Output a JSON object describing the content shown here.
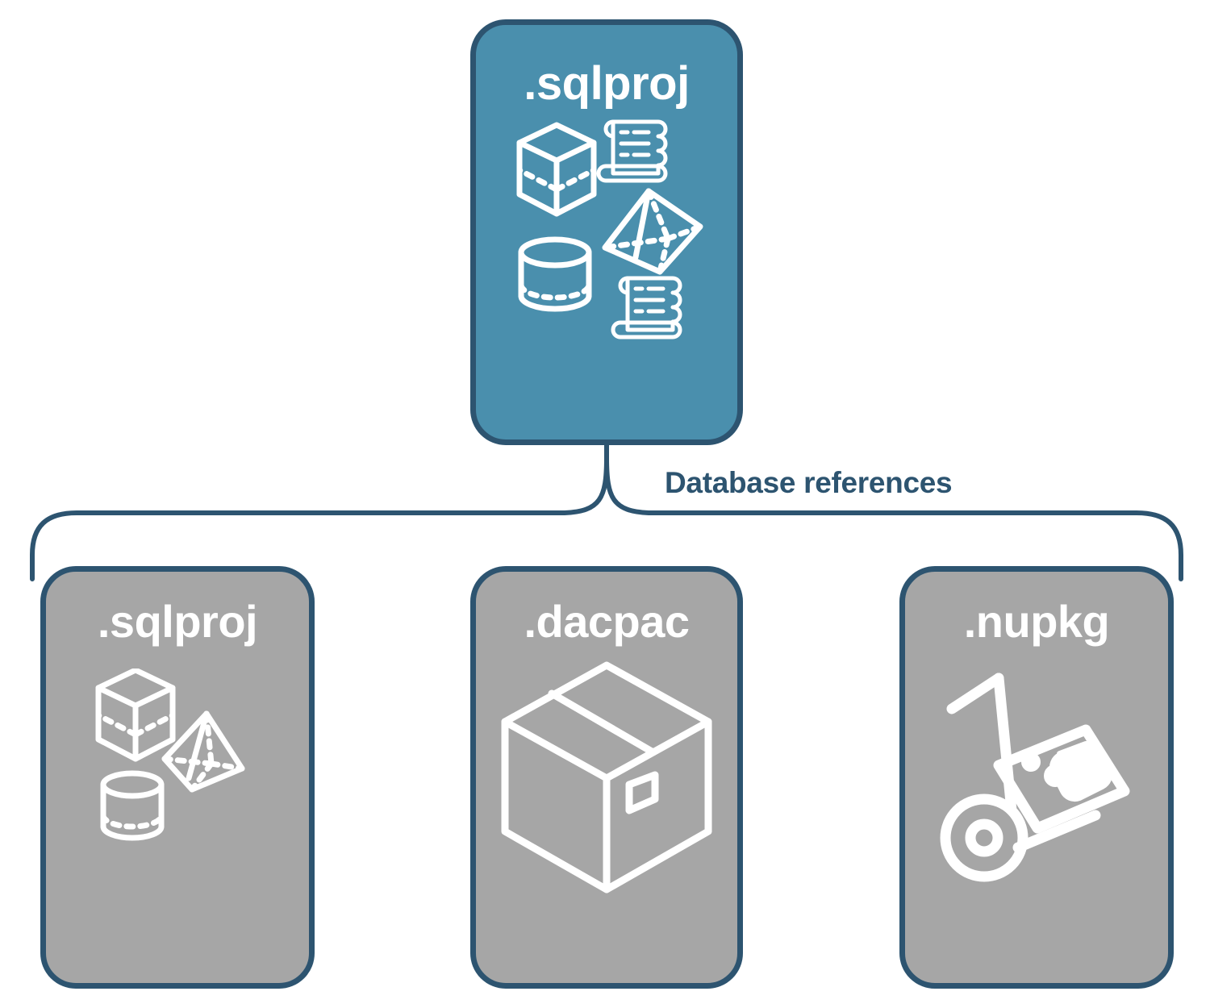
{
  "diagram": {
    "title": "Database references",
    "colors": {
      "accent_teal": "#4a8fad",
      "grey": "#a6a6a6",
      "outline_navy": "#2d5470",
      "icon_white": "#ffffff",
      "background": "#ffffff"
    },
    "connector": {
      "label": "Database references",
      "style": "curly-brace",
      "from": "root-sqlproj-card",
      "to": [
        "sqlproj-card",
        "dacpac-card",
        "nupkg-card"
      ]
    },
    "root_card": {
      "title": ".sqlproj",
      "fill": "teal",
      "icons": [
        "wireframe-cube-icon",
        "wireframe-pyramid-icon",
        "wireframe-cylinder-icon",
        "scroll-script-icon",
        "scroll-script-icon"
      ]
    },
    "reference_cards": [
      {
        "title": ".sqlproj",
        "fill": "grey",
        "icons": [
          "wireframe-cube-icon",
          "wireframe-pyramid-icon",
          "wireframe-cylinder-icon"
        ]
      },
      {
        "title": ".dacpac",
        "fill": "grey",
        "icons": [
          "package-box-icon"
        ]
      },
      {
        "title": ".nupkg",
        "fill": "grey",
        "icons": [
          "hand-truck-icon",
          "nuget-package-icon"
        ]
      }
    ]
  }
}
